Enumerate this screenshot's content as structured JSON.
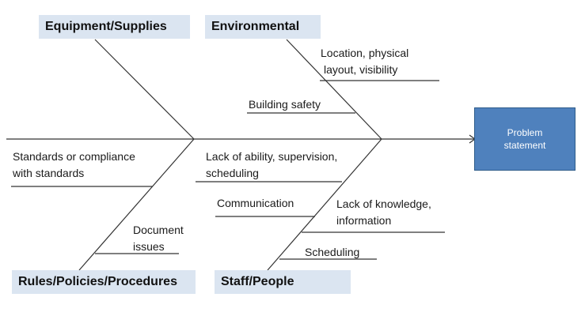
{
  "categories": {
    "equipment": "Equipment/Supplies",
    "environmental": "Environmental",
    "rules": "Rules/Policies/Procedures",
    "staff": "Staff/People"
  },
  "causes": {
    "location_1": "Location,  physical",
    "location_2": "layout,  visibility",
    "building_safety": "Building safety",
    "standards_1": "Standards or compliance",
    "standards_2": "with standards",
    "lack_ability_1": "Lack of ability, supervision,",
    "lack_ability_2": "scheduling",
    "communication": "Communication",
    "lack_knowledge_1": "Lack of knowledge,",
    "lack_knowledge_2": "information",
    "document_1": "Document",
    "document_2": "issues",
    "scheduling": "Scheduling"
  },
  "problem": {
    "line1": "Problem",
    "line2": "statement"
  },
  "colors": {
    "category_fill": "#dbe5f1",
    "problem_fill": "#4f81bd",
    "line": "#333333"
  }
}
